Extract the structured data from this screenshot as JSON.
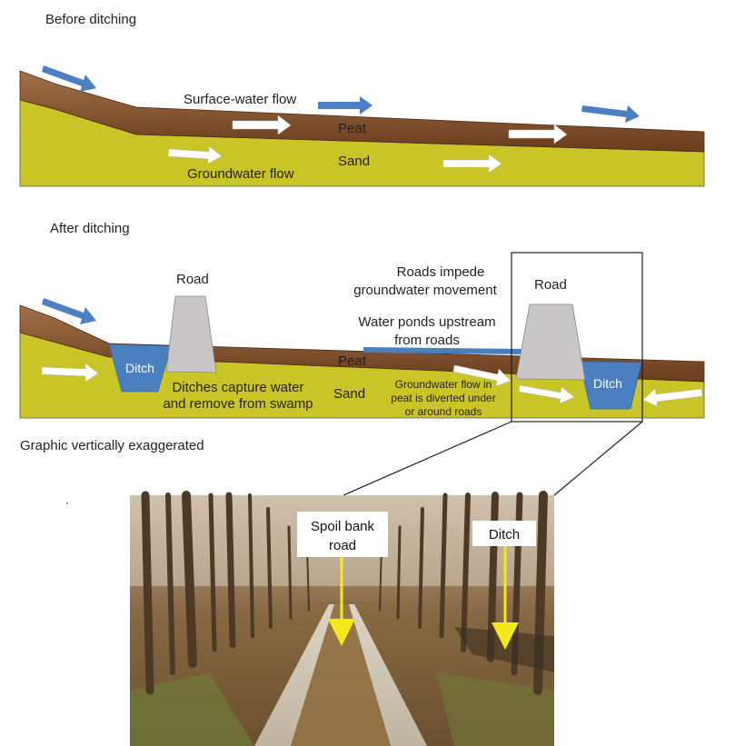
{
  "before": {
    "title": "Before ditching",
    "surface_flow": "Surface-water flow",
    "peat": "Peat",
    "sand": "Sand",
    "groundwater_flow": "Groundwater flow"
  },
  "after": {
    "title": "After ditching",
    "road_left": "Road",
    "road_right": "Road",
    "roads_impede_1": "Roads impede",
    "roads_impede_2": "groundwater movement",
    "ponds_1": "Water ponds upstream",
    "ponds_2": "from roads",
    "peat": "Peat",
    "sand": "Sand",
    "ditch_left": "Ditch",
    "ditch_right": "Ditch",
    "capture_1": "Ditches capture water",
    "capture_2": "and remove from swamp",
    "diverted_1": "Groundwater flow in",
    "diverted_2": "peat is diverted under",
    "diverted_3": "or around roads"
  },
  "note": "Graphic vertically exaggerated",
  "photo": {
    "spoil_1": "Spoil bank",
    "spoil_2": "road",
    "ditch": "Ditch"
  },
  "colors": {
    "peat": "#7b4a25",
    "peat_top": "#a8744a",
    "sand": "#c9c526",
    "water": "#4a7fc0",
    "road": "#c8c6c6",
    "flow_arrow_blue": "#4c80c2",
    "flow_arrow_white": "#ffffff",
    "callout_yellow": "#f2e81a"
  }
}
